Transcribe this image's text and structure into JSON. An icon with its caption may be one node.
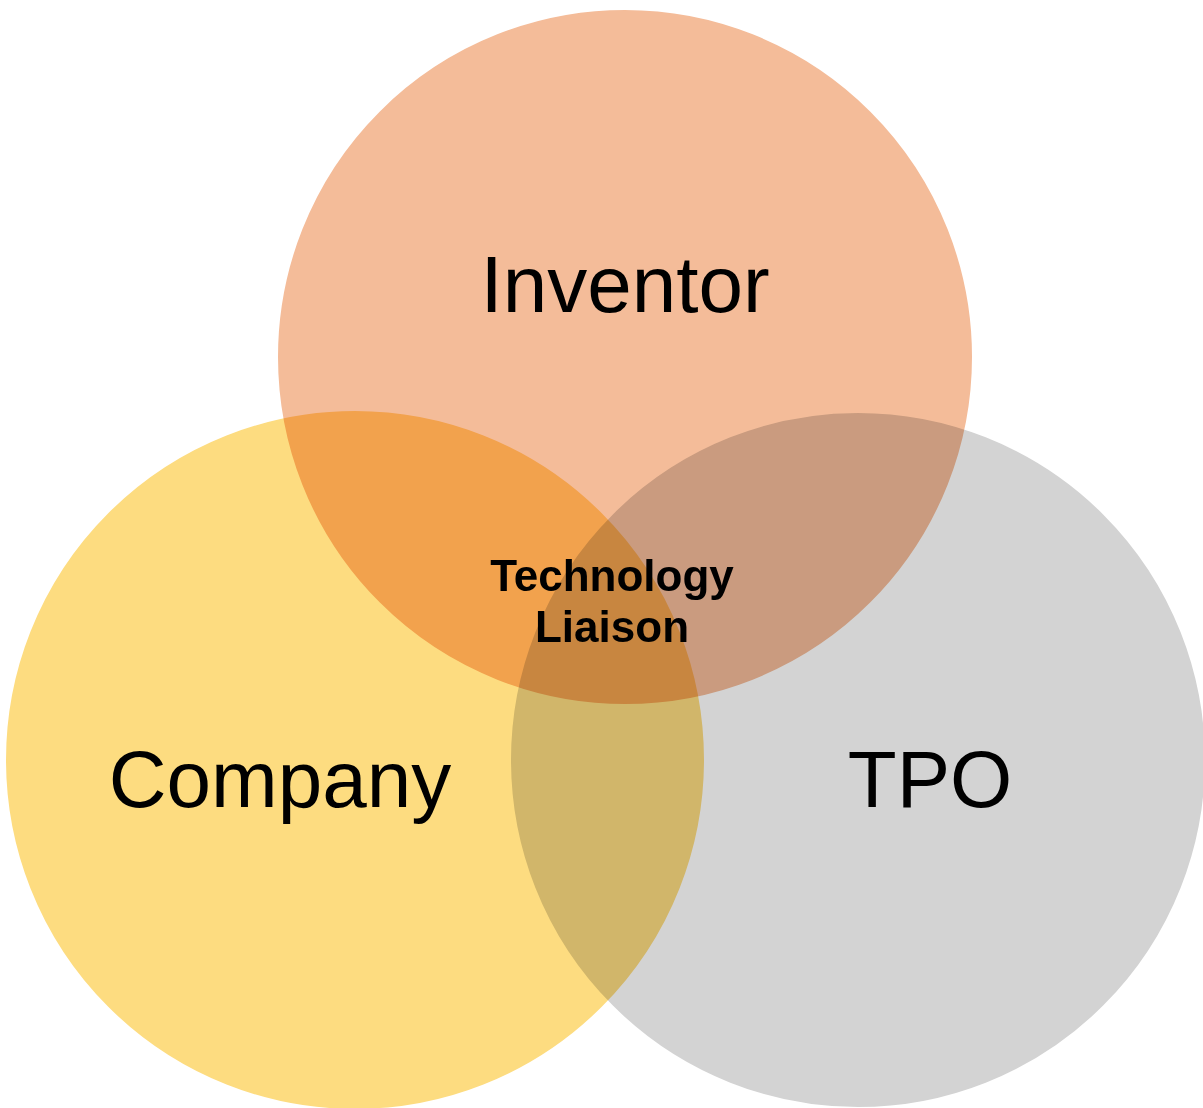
{
  "diagram": {
    "nodes": [
      {
        "text": [
          "Inventor"
        ]
      },
      {
        "text": [
          "Company"
        ]
      },
      {
        "text": [
          "TPO"
        ]
      }
    ],
    "labels": [
      "Technology Liaison"
    ]
  }
}
